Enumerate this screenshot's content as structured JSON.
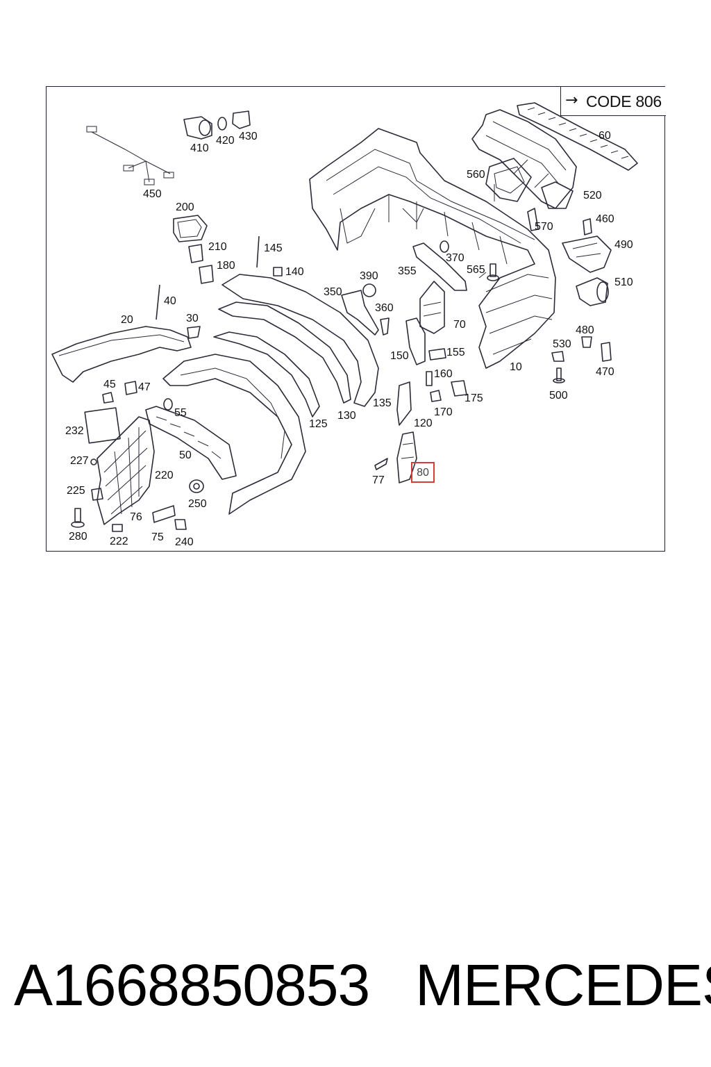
{
  "code_box": {
    "arrow": "→",
    "text": "CODE 806"
  },
  "labels": [
    {
      "id": "410",
      "text": "410"
    },
    {
      "id": "420",
      "text": "420"
    },
    {
      "id": "430",
      "text": "430"
    },
    {
      "id": "450",
      "text": "450"
    },
    {
      "id": "200",
      "text": "200"
    },
    {
      "id": "210",
      "text": "210"
    },
    {
      "id": "180",
      "text": "180"
    },
    {
      "id": "145",
      "text": "145"
    },
    {
      "id": "140",
      "text": "140"
    },
    {
      "id": "40",
      "text": "40"
    },
    {
      "id": "20",
      "text": "20"
    },
    {
      "id": "30",
      "text": "30"
    },
    {
      "id": "45",
      "text": "45"
    },
    {
      "id": "47",
      "text": "47"
    },
    {
      "id": "55",
      "text": "55"
    },
    {
      "id": "232",
      "text": "232"
    },
    {
      "id": "227",
      "text": "227"
    },
    {
      "id": "50",
      "text": "50"
    },
    {
      "id": "220",
      "text": "220"
    },
    {
      "id": "225",
      "text": "225"
    },
    {
      "id": "76",
      "text": "76"
    },
    {
      "id": "250",
      "text": "250"
    },
    {
      "id": "280",
      "text": "280"
    },
    {
      "id": "222",
      "text": "222"
    },
    {
      "id": "75",
      "text": "75"
    },
    {
      "id": "240",
      "text": "240"
    },
    {
      "id": "125",
      "text": "125"
    },
    {
      "id": "130",
      "text": "130"
    },
    {
      "id": "135",
      "text": "135"
    },
    {
      "id": "350",
      "text": "350"
    },
    {
      "id": "390",
      "text": "390"
    },
    {
      "id": "360",
      "text": "360"
    },
    {
      "id": "355",
      "text": "355"
    },
    {
      "id": "370",
      "text": "370"
    },
    {
      "id": "565",
      "text": "565"
    },
    {
      "id": "70",
      "text": "70"
    },
    {
      "id": "150",
      "text": "150"
    },
    {
      "id": "155",
      "text": "155"
    },
    {
      "id": "160",
      "text": "160"
    },
    {
      "id": "170",
      "text": "170"
    },
    {
      "id": "175",
      "text": "175"
    },
    {
      "id": "120",
      "text": "120"
    },
    {
      "id": "77",
      "text": "77"
    },
    {
      "id": "560",
      "text": "560"
    },
    {
      "id": "60",
      "text": "60"
    },
    {
      "id": "520",
      "text": "520"
    },
    {
      "id": "570",
      "text": "570"
    },
    {
      "id": "460",
      "text": "460"
    },
    {
      "id": "490",
      "text": "490"
    },
    {
      "id": "510",
      "text": "510"
    },
    {
      "id": "480",
      "text": "480"
    },
    {
      "id": "530",
      "text": "530"
    },
    {
      "id": "470",
      "text": "470"
    },
    {
      "id": "10",
      "text": "10"
    },
    {
      "id": "500",
      "text": "500"
    }
  ],
  "highlight": {
    "text": "80",
    "color": "#d63a3a"
  },
  "footer": {
    "part_number": "A1668850853",
    "brand": "MERCEDES"
  }
}
